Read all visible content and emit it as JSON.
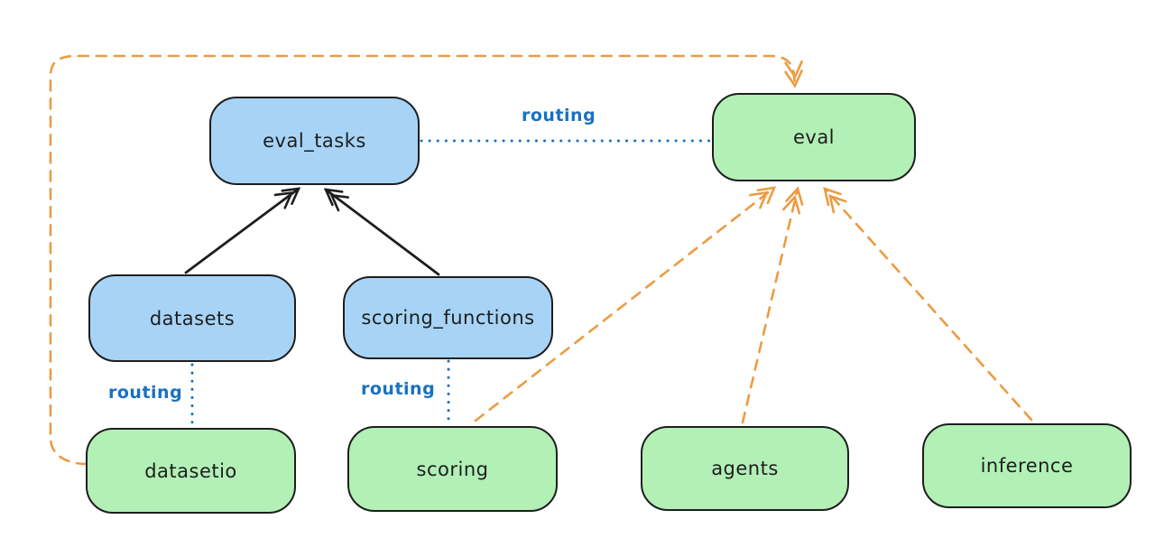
{
  "diagram": {
    "background": "#ffffff",
    "colors": {
      "node_stroke": "#1e1e1e",
      "blue_fill": "#a7d4f6",
      "green_fill": "#b2f0b6",
      "routing_blue": "#1971c2",
      "orange": "#ec9b42",
      "black": "#1e1e1e"
    },
    "nodes": {
      "eval_tasks": {
        "label": "eval_tasks",
        "color": "blue"
      },
      "eval": {
        "label": "eval",
        "color": "green"
      },
      "datasets": {
        "label": "datasets",
        "color": "blue"
      },
      "scoring_functions": {
        "label": "scoring_functions",
        "color": "blue"
      },
      "datasetio": {
        "label": "datasetio",
        "color": "green"
      },
      "scoring": {
        "label": "scoring",
        "color": "green"
      },
      "agents": {
        "label": "agents",
        "color": "green"
      },
      "inference": {
        "label": "inference",
        "color": "green"
      }
    },
    "edge_labels": {
      "eval_tasks_eval": "routing",
      "datasets_datasetio": "routing",
      "scoring_functions_scoring": "routing"
    },
    "edges": [
      {
        "from": "datasets",
        "to": "eval_tasks",
        "style": "solid-arrow"
      },
      {
        "from": "scoring_functions",
        "to": "eval_tasks",
        "style": "solid-arrow"
      },
      {
        "from": "eval_tasks",
        "to": "eval",
        "style": "dotted",
        "label": "routing"
      },
      {
        "from": "datasets",
        "to": "datasetio",
        "style": "dotted",
        "label": "routing"
      },
      {
        "from": "scoring_functions",
        "to": "scoring",
        "style": "dotted",
        "label": "routing"
      },
      {
        "from": "datasetio",
        "to": "eval",
        "style": "dashed-arrow"
      },
      {
        "from": "scoring",
        "to": "eval",
        "style": "dashed-arrow"
      },
      {
        "from": "agents",
        "to": "eval",
        "style": "dashed-arrow"
      },
      {
        "from": "inference",
        "to": "eval",
        "style": "dashed-arrow"
      }
    ]
  }
}
